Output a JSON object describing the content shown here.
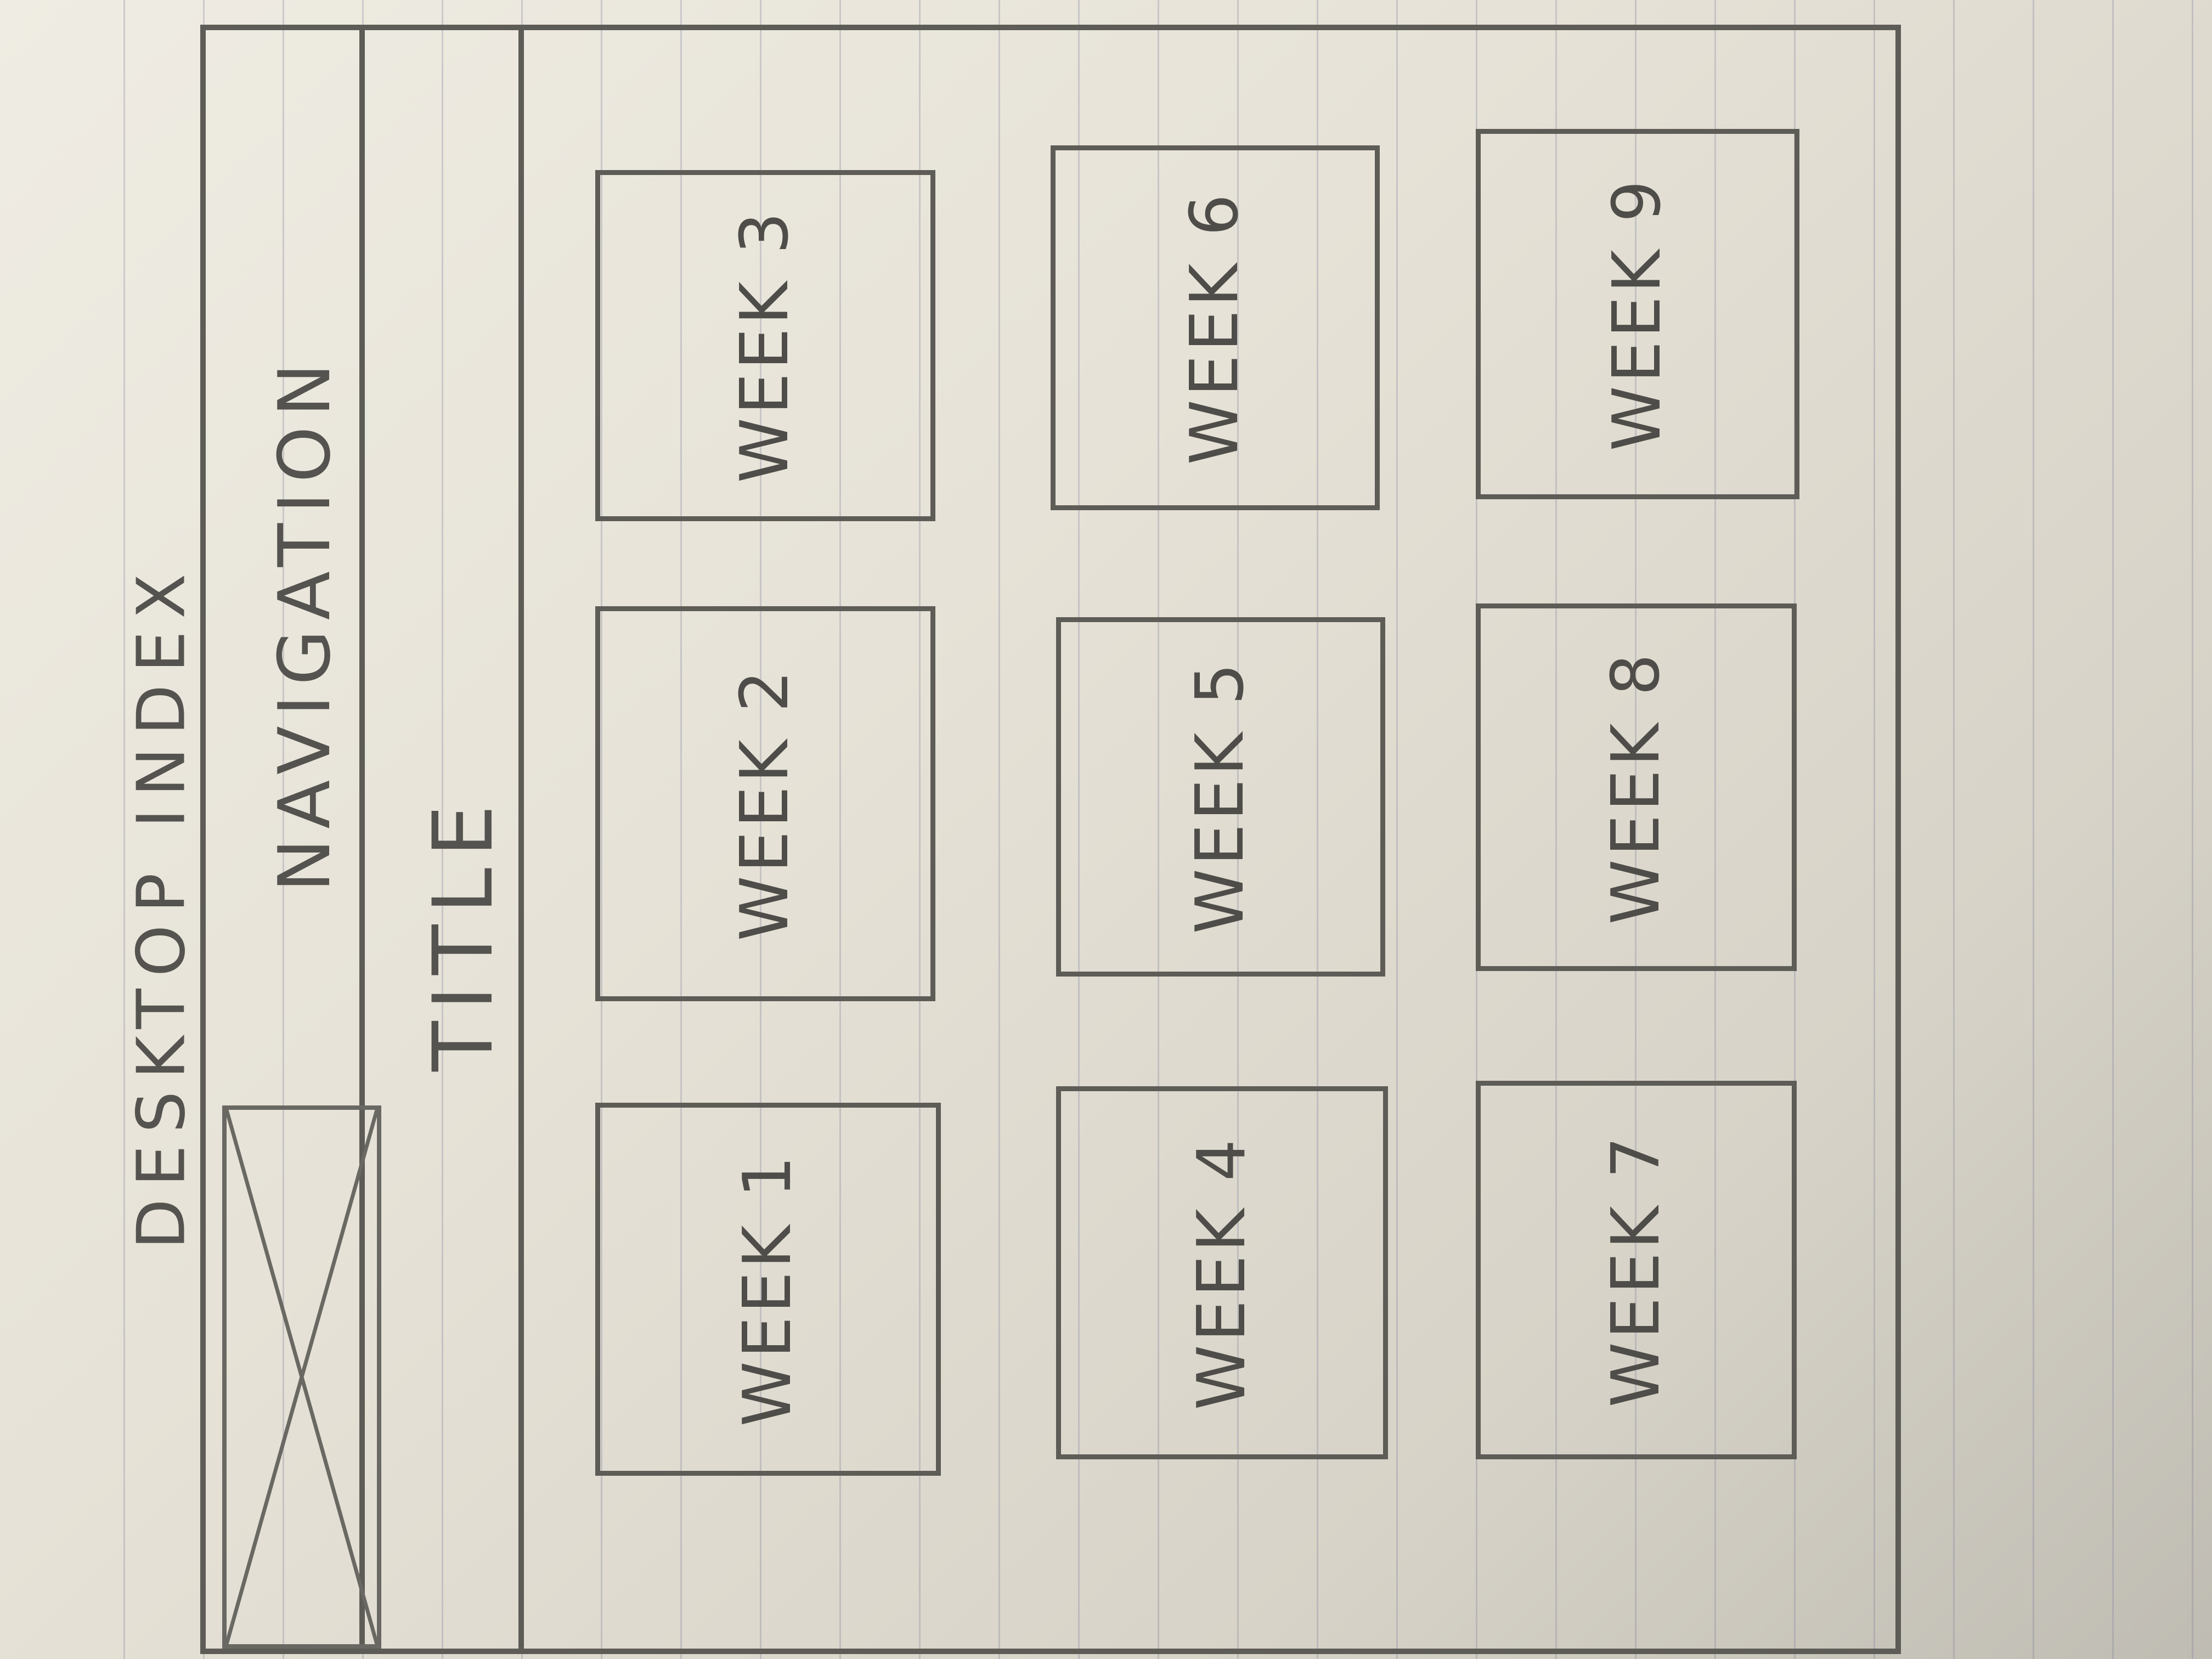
{
  "sheet_title": "DESKTOP INDEX",
  "navigation_label": "NAVIGATION",
  "title_label": "TITLE",
  "weeks": [
    "WEEK 1",
    "WEEK 2",
    "WEEK 3",
    "WEEK 4",
    "WEEK 5",
    "WEEK 6",
    "WEEK 7",
    "WEEK 8",
    "WEEK 9"
  ],
  "colors": {
    "pencil": "#5e5c57",
    "paper": "#efece3",
    "rule": "#8a8aa0"
  }
}
